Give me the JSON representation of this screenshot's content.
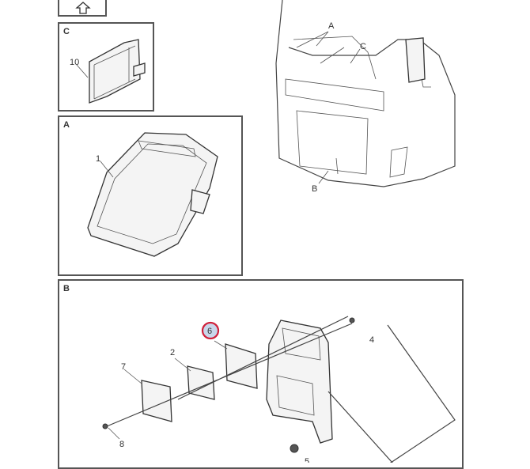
{
  "nav": {
    "up_button_icon": "arrow-up-icon"
  },
  "panels": {
    "C": {
      "label": "C",
      "callouts": [
        "10"
      ]
    },
    "A": {
      "label": "A",
      "callouts": [
        "1"
      ]
    },
    "B": {
      "label": "B",
      "callouts": [
        "6",
        "2",
        "7",
        "8",
        "4",
        "5"
      ]
    }
  },
  "overview": {
    "labels": [
      "A",
      "C",
      "B"
    ]
  },
  "highlight": {
    "callout": "6",
    "color": "#d0203a",
    "fill": "#c9d6ea"
  }
}
